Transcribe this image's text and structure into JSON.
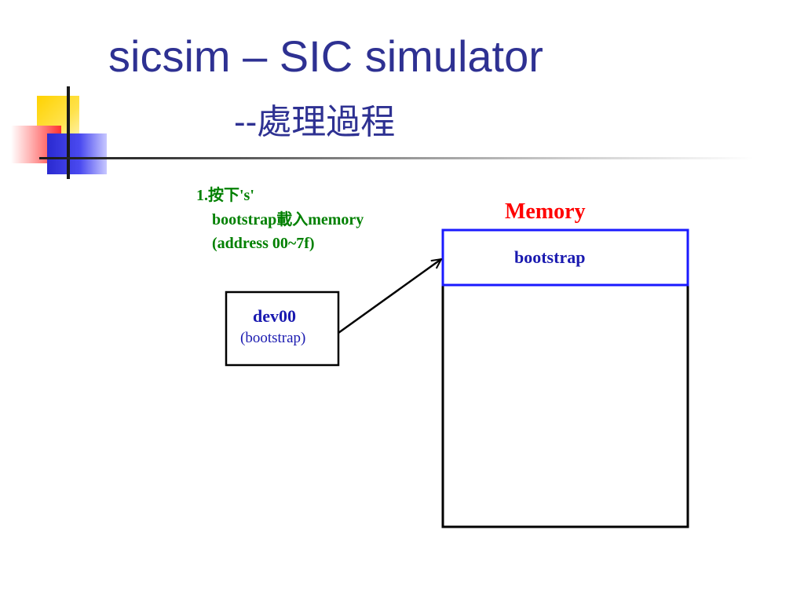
{
  "slide": {
    "title": "sicsim – SIC simulator",
    "subtitle": "--處理過程"
  },
  "diagram": {
    "step_note": {
      "line1": "1.按下's'",
      "line2": "bootstrap載入memory",
      "line3": "(address 00~7f)"
    },
    "device_box": {
      "name": "dev00",
      "content": "(bootstrap)"
    },
    "memory": {
      "title": "Memory",
      "loaded_region": "bootstrap"
    },
    "colors": {
      "title_text": "#2e3192",
      "note_text": "#008000",
      "memory_title": "#ff0000",
      "memory_region_border": "#1a1aff",
      "label_text": "#1a1ab0",
      "deco_yellow": "#ffd200",
      "deco_red": "#ff3030",
      "deco_blue": "#2a2ad0"
    }
  }
}
